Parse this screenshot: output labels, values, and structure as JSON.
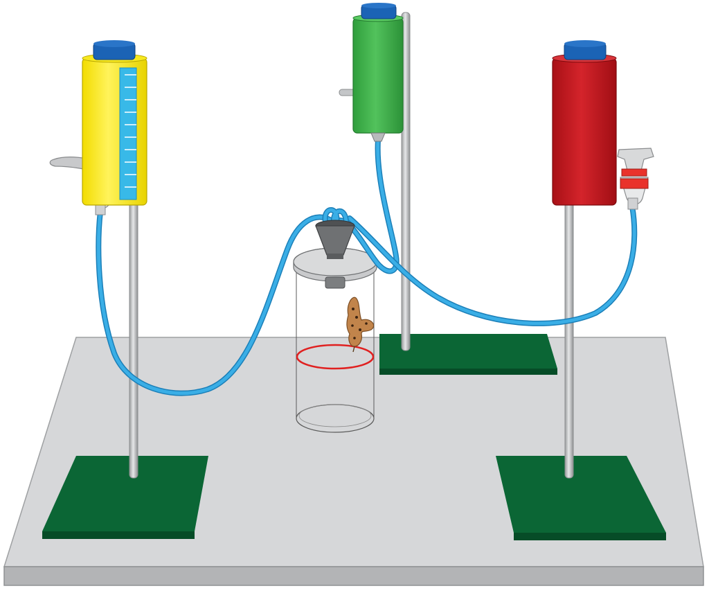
{
  "colors": {
    "background": "#ffffff",
    "table_top": "#d4d5d7",
    "table_edge": "#b7b8ba",
    "base_plate": "#0b6635",
    "base_plate_edge": "#064c27",
    "rod": "#c4c6c8",
    "reservoir_yellow": "#ffee00",
    "reservoir_green": "#3fb54a",
    "reservoir_red": "#c8161d",
    "cap_blue": "#1b63b5",
    "tube_blue": "#2a9fdc",
    "scale_strip": "#38b9e8",
    "stopcock_red": "#e9322b",
    "funnel_grey": "#6f7173",
    "lid_grey": "#c9cacc",
    "ring_red": "#e02020",
    "insect_brown": "#c1844b"
  },
  "components": [
    {
      "id": "table",
      "icon": "table-platform"
    },
    {
      "id": "reservoir-yellow",
      "icon": "graduated-reservoir",
      "scale_ticks": 10
    },
    {
      "id": "reservoir-green",
      "icon": "reservoir"
    },
    {
      "id": "reservoir-red",
      "icon": "reservoir"
    },
    {
      "id": "stand-left",
      "icon": "ring-stand"
    },
    {
      "id": "stand-back",
      "icon": "ring-stand"
    },
    {
      "id": "stand-right",
      "icon": "ring-stand"
    },
    {
      "id": "test-chamber",
      "icon": "glass-cylinder"
    },
    {
      "id": "funnel-manifold",
      "icon": "funnel"
    },
    {
      "id": "tubing",
      "icon": "flexible-tubes",
      "count": 3
    },
    {
      "id": "insect",
      "icon": "moth"
    }
  ]
}
